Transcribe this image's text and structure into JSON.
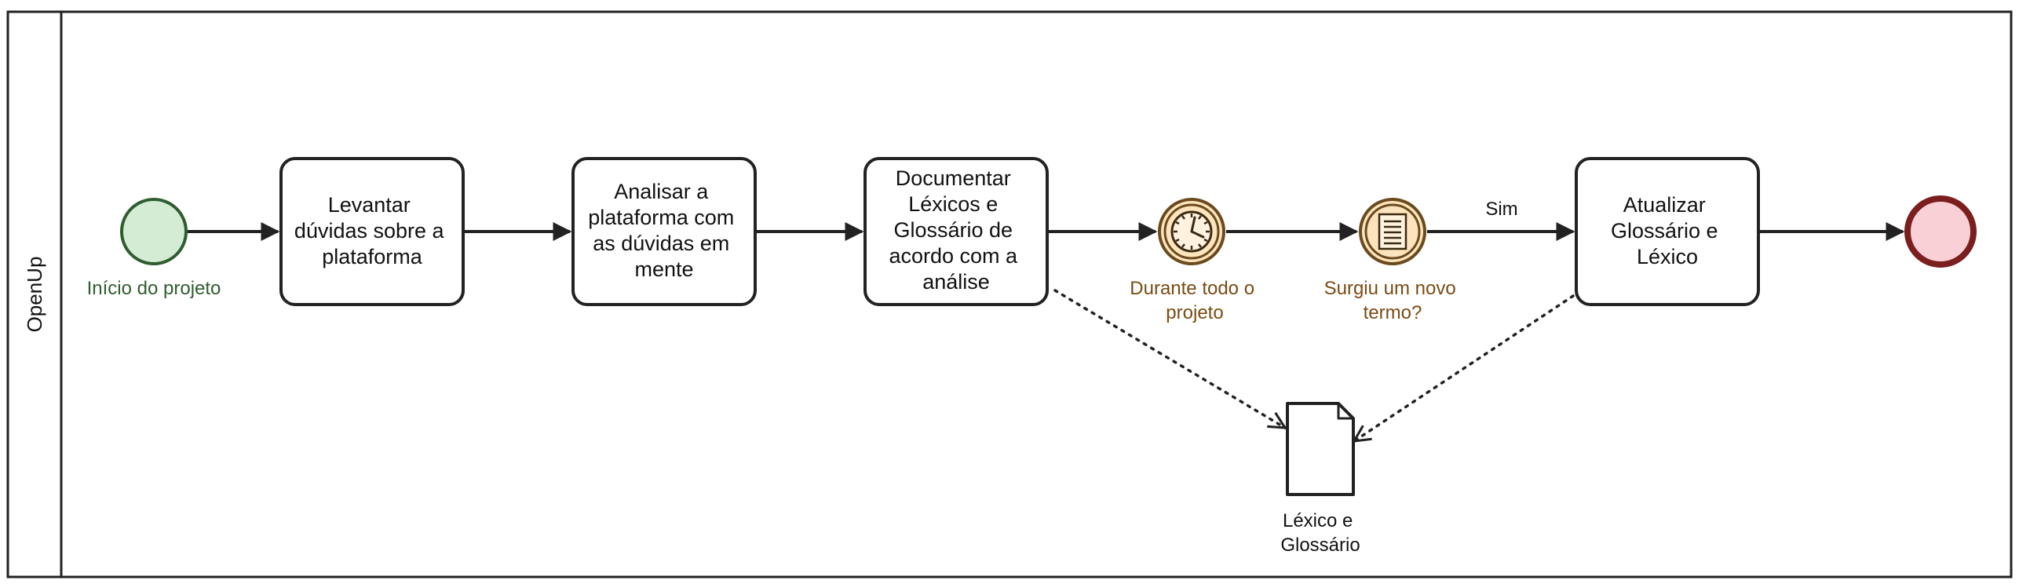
{
  "pool": {
    "lane_name": "OpenUp"
  },
  "start_event": {
    "label": "Início do projeto",
    "fill": "#d3ecd3",
    "stroke": "#2f5d2f",
    "label_color": "#2f5d2f"
  },
  "tasks": [
    {
      "lines": [
        "Levantar",
        "dúvidas sobre a",
        "plataforma"
      ]
    },
    {
      "lines": [
        "Analisar a",
        "plataforma com",
        "as dúvidas em",
        "mente"
      ]
    },
    {
      "lines": [
        "Documentar",
        "Léxicos e",
        "Glossário de",
        "acordo com a",
        "análise"
      ]
    },
    {
      "lines": [
        "Atualizar",
        "Glossário e",
        "Léxico"
      ]
    }
  ],
  "timer_event": {
    "icon": "clock-icon",
    "lines": [
      "Durante todo o",
      "projeto"
    ],
    "fill": "#fde4bc",
    "stroke": "#6b4a1e",
    "label_color": "#7a4b12"
  },
  "conditional_event": {
    "icon": "document-lines-icon",
    "lines": [
      "Surgiu um novo",
      "termo?"
    ],
    "fill": "#fde4bc",
    "stroke": "#6b4a1e",
    "label_color": "#7a4b12"
  },
  "flow_label": "Sim",
  "data_object": {
    "icon": "document-icon",
    "lines": [
      "Léxico e",
      "Glossário"
    ]
  },
  "end_event": {
    "fill": "#f8d0d6",
    "stroke": "#7a1e1e"
  }
}
